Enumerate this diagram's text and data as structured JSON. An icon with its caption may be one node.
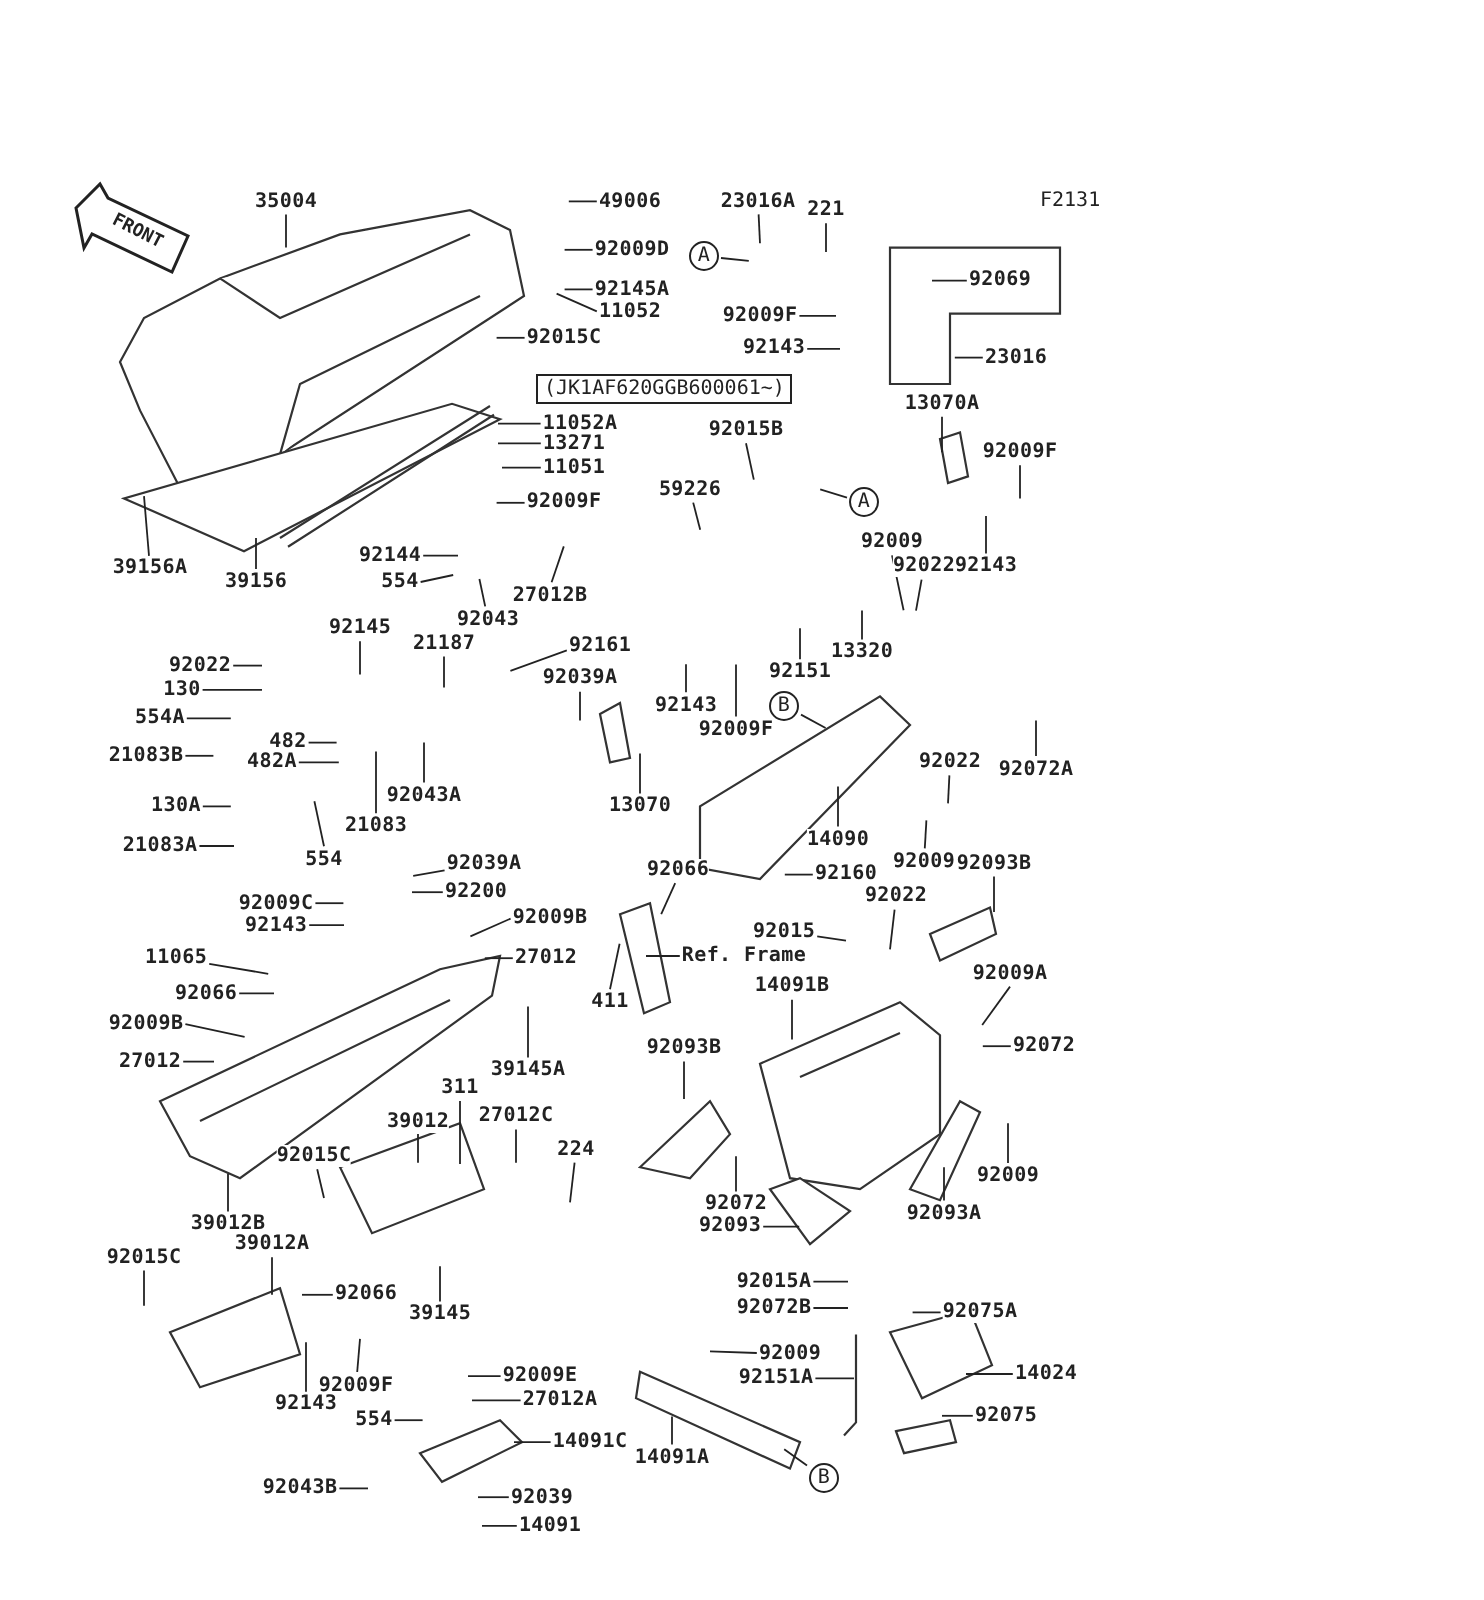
{
  "diagram": {
    "nodes": [
      {
        "text": [
          "35004"
        ]
      },
      {
        "text": [
          "49006"
        ]
      },
      {
        "text": [
          "92009D"
        ]
      },
      {
        "text": [
          "92145A"
        ]
      },
      {
        "text": [
          "11052"
        ]
      },
      {
        "text": [
          "A"
        ]
      },
      {
        "text": [
          "23016A"
        ]
      },
      {
        "text": [
          "221"
        ]
      },
      {
        "text": [
          "92069"
        ]
      },
      {
        "text": [
          "92009F"
        ]
      },
      {
        "text": [
          "23016"
        ]
      },
      {
        "text": [
          "92143"
        ]
      },
      {
        "text": [
          "92015C"
        ]
      },
      {
        "text": [
          "11052A"
        ]
      },
      {
        "text": [
          "92015B"
        ]
      },
      {
        "text": [
          "13070A"
        ]
      },
      {
        "text": [
          "13271"
        ]
      },
      {
        "text": [
          "92009F"
        ]
      },
      {
        "text": [
          "11051"
        ]
      },
      {
        "text": [
          "59226"
        ]
      },
      {
        "text": [
          "A"
        ]
      },
      {
        "text": [
          "92009F"
        ]
      },
      {
        "text": [
          "92009"
        ]
      },
      {
        "text": [
          "92022"
        ]
      },
      {
        "text": [
          "92143"
        ]
      },
      {
        "text": [
          "92144"
        ]
      },
      {
        "text": [
          "39156A"
        ]
      },
      {
        "text": [
          "39156"
        ]
      },
      {
        "text": [
          "554"
        ]
      },
      {
        "text": [
          "27012B"
        ]
      },
      {
        "text": [
          "92043"
        ]
      },
      {
        "text": [
          "92145"
        ]
      },
      {
        "text": [
          "21187"
        ]
      },
      {
        "text": [
          "92161"
        ]
      },
      {
        "text": [
          "92039A"
        ]
      },
      {
        "text": [
          "92022"
        ]
      },
      {
        "text": [
          "130"
        ]
      },
      {
        "text": [
          "13320"
        ]
      },
      {
        "text": [
          "92151"
        ]
      },
      {
        "text": [
          "554A"
        ]
      },
      {
        "text": [
          "92143"
        ]
      },
      {
        "text": [
          "B"
        ]
      },
      {
        "text": [
          "92009F"
        ]
      },
      {
        "text": [
          "482"
        ]
      },
      {
        "text": [
          "21083B"
        ]
      },
      {
        "text": [
          "482A"
        ]
      },
      {
        "text": [
          "92022"
        ]
      },
      {
        "text": [
          "92072A"
        ]
      },
      {
        "text": [
          "92043A"
        ]
      },
      {
        "text": [
          "130A"
        ]
      },
      {
        "text": [
          "13070"
        ]
      },
      {
        "text": [
          "21083"
        ]
      },
      {
        "text": [
          "92009"
        ]
      },
      {
        "text": [
          "14090"
        ]
      },
      {
        "text": [
          "21083A"
        ]
      },
      {
        "text": [
          "554"
        ]
      },
      {
        "text": [
          "92039A"
        ]
      },
      {
        "text": [
          "92160"
        ]
      },
      {
        "text": [
          "92066"
        ]
      },
      {
        "text": [
          "92093B"
        ]
      },
      {
        "text": [
          "92200"
        ]
      },
      {
        "text": [
          "92022"
        ]
      },
      {
        "text": [
          "92009C"
        ]
      },
      {
        "text": [
          "92009B"
        ]
      },
      {
        "text": [
          "92143"
        ]
      },
      {
        "text": [
          "92015"
        ]
      },
      {
        "text": [
          "Ref. Frame"
        ]
      },
      {
        "text": [
          "27012"
        ]
      },
      {
        "text": [
          "11065"
        ]
      },
      {
        "text": [
          "14091B"
        ]
      },
      {
        "text": [
          "92009A"
        ]
      },
      {
        "text": [
          "92066"
        ]
      },
      {
        "text": [
          "411"
        ]
      },
      {
        "text": [
          "92009B"
        ]
      },
      {
        "text": [
          "92072"
        ]
      },
      {
        "text": [
          "92093B"
        ]
      },
      {
        "text": [
          "27012"
        ]
      },
      {
        "text": [
          "39145A"
        ]
      },
      {
        "text": [
          "311"
        ]
      },
      {
        "text": [
          "39012"
        ]
      },
      {
        "text": [
          "27012C"
        ]
      },
      {
        "text": [
          "224"
        ]
      },
      {
        "text": [
          "92015C"
        ]
      },
      {
        "text": [
          "92009"
        ]
      },
      {
        "text": [
          "92072"
        ]
      },
      {
        "text": [
          "92093A"
        ]
      },
      {
        "text": [
          "39012B"
        ]
      },
      {
        "text": [
          "92093"
        ]
      },
      {
        "text": [
          "39012A"
        ]
      },
      {
        "text": [
          "92015C"
        ]
      },
      {
        "text": [
          "92015A"
        ]
      },
      {
        "text": [
          "92066"
        ]
      },
      {
        "text": [
          "92072B"
        ]
      },
      {
        "text": [
          "92075A"
        ]
      },
      {
        "text": [
          "39145"
        ]
      },
      {
        "text": [
          "92009"
        ]
      },
      {
        "text": [
          "14024"
        ]
      },
      {
        "text": [
          "92151A"
        ]
      },
      {
        "text": [
          "92009E"
        ]
      },
      {
        "text": [
          "92009F"
        ]
      },
      {
        "text": [
          "27012A"
        ]
      },
      {
        "text": [
          "92143"
        ]
      },
      {
        "text": [
          "92075"
        ]
      },
      {
        "text": [
          "554"
        ]
      },
      {
        "text": [
          "14091C"
        ]
      },
      {
        "text": [
          "14091A"
        ]
      },
      {
        "text": [
          "B"
        ]
      },
      {
        "text": [
          "92043B"
        ]
      },
      {
        "text": [
          "92039"
        ]
      },
      {
        "text": [
          "14091"
        ]
      }
    ],
    "edges": [
      {
        "from": 0,
        "to": null,
        "arrow": "none"
      },
      {
        "from": 1,
        "to": null,
        "arrow": "none"
      },
      {
        "from": 2,
        "to": null,
        "arrow": "none"
      },
      {
        "from": 3,
        "to": null,
        "arrow": "none"
      },
      {
        "from": 4,
        "to": null,
        "arrow": "none"
      },
      {
        "from": 5,
        "to": null,
        "arrow": "none"
      },
      {
        "from": 6,
        "to": null,
        "arrow": "none"
      },
      {
        "from": 7,
        "to": null,
        "arrow": "none"
      },
      {
        "from": 8,
        "to": null,
        "arrow": "none"
      },
      {
        "from": 9,
        "to": null,
        "arrow": "none"
      },
      {
        "from": 10,
        "to": null,
        "arrow": "none"
      },
      {
        "from": 11,
        "to": null,
        "arrow": "none"
      },
      {
        "from": 12,
        "to": null,
        "arrow": "none"
      },
      {
        "from": 13,
        "to": null,
        "arrow": "none"
      },
      {
        "from": 14,
        "to": null,
        "arrow": "none"
      },
      {
        "from": 15,
        "to": null,
        "arrow": "none"
      },
      {
        "from": 16,
        "to": null,
        "arrow": "none"
      },
      {
        "from": 17,
        "to": null,
        "arrow": "none"
      },
      {
        "from": 18,
        "to": null,
        "arrow": "none"
      },
      {
        "from": 19,
        "to": null,
        "arrow": "none"
      },
      {
        "from": 20,
        "to": null,
        "arrow": "none"
      },
      {
        "from": 21,
        "to": null,
        "arrow": "none"
      },
      {
        "from": 22,
        "to": null,
        "arrow": "none"
      },
      {
        "from": 23,
        "to": null,
        "arrow": "none"
      },
      {
        "from": 24,
        "to": null,
        "arrow": "none"
      },
      {
        "from": 25,
        "to": null,
        "arrow": "none"
      },
      {
        "from": 26,
        "to": null,
        "arrow": "none"
      },
      {
        "from": 27,
        "to": null,
        "arrow": "none"
      },
      {
        "from": 28,
        "to": null,
        "arrow": "none"
      },
      {
        "from": 29,
        "to": null,
        "arrow": "none"
      },
      {
        "from": 30,
        "to": null,
        "arrow": "none"
      },
      {
        "from": 31,
        "to": null,
        "arrow": "none"
      },
      {
        "from": 32,
        "to": null,
        "arrow": "none"
      },
      {
        "from": 33,
        "to": null,
        "arrow": "none"
      },
      {
        "from": 34,
        "to": null,
        "arrow": "none"
      },
      {
        "from": 35,
        "to": null,
        "arrow": "none"
      },
      {
        "from": 36,
        "to": null,
        "arrow": "none"
      },
      {
        "from": 37,
        "to": null,
        "arrow": "none"
      },
      {
        "from": 38,
        "to": null,
        "arrow": "none"
      },
      {
        "from": 39,
        "to": null,
        "arrow": "none"
      },
      {
        "from": 40,
        "to": null,
        "arrow": "none"
      },
      {
        "from": 41,
        "to": null,
        "arrow": "none"
      },
      {
        "from": 42,
        "to": null,
        "arrow": "none"
      },
      {
        "from": 43,
        "to": null,
        "arrow": "none"
      },
      {
        "from": 44,
        "to": null,
        "arrow": "none"
      },
      {
        "from": 45,
        "to": null,
        "arrow": "none"
      },
      {
        "from": 46,
        "to": null,
        "arrow": "none"
      },
      {
        "from": 47,
        "to": null,
        "arrow": "none"
      },
      {
        "from": 48,
        "to": null,
        "arrow": "none"
      },
      {
        "from": 49,
        "to": null,
        "arrow": "none"
      },
      {
        "from": 50,
        "to": null,
        "arrow": "none"
      },
      {
        "from": 51,
        "to": null,
        "arrow": "none"
      },
      {
        "from": 52,
        "to": null,
        "arrow": "none"
      },
      {
        "from": 53,
        "to": null,
        "arrow": "none"
      },
      {
        "from": 54,
        "to": null,
        "arrow": "none"
      },
      {
        "from": 55,
        "to": null,
        "arrow": "none"
      },
      {
        "from": 56,
        "to": null,
        "arrow": "none"
      },
      {
        "from": 57,
        "to": null,
        "arrow": "none"
      },
      {
        "from": 58,
        "to": null,
        "arrow": "none"
      },
      {
        "from": 59,
        "to": null,
        "arrow": "none"
      },
      {
        "from": 60,
        "to": null,
        "arrow": "none"
      },
      {
        "from": 61,
        "to": null,
        "arrow": "none"
      },
      {
        "from": 62,
        "to": null,
        "arrow": "none"
      },
      {
        "from": 63,
        "to": null,
        "arrow": "none"
      },
      {
        "from": 64,
        "to": null,
        "arrow": "none"
      },
      {
        "from": 65,
        "to": null,
        "arrow": "none"
      },
      {
        "from": 66,
        "to": null,
        "arrow": "none"
      },
      {
        "from": 67,
        "to": null,
        "arrow": "none"
      },
      {
        "from": 68,
        "to": null,
        "arrow": "none"
      },
      {
        "from": 69,
        "to": null,
        "arrow": "none"
      },
      {
        "from": 70,
        "to": null,
        "arrow": "none"
      },
      {
        "from": 71,
        "to": null,
        "arrow": "none"
      },
      {
        "from": 72,
        "to": null,
        "arrow": "none"
      },
      {
        "from": 73,
        "to": null,
        "arrow": "none"
      },
      {
        "from": 74,
        "to": null,
        "arrow": "none"
      },
      {
        "from": 75,
        "to": null,
        "arrow": "none"
      },
      {
        "from": 76,
        "to": null,
        "arrow": "none"
      },
      {
        "from": 77,
        "to": null,
        "arrow": "none"
      },
      {
        "from": 78,
        "to": null,
        "arrow": "none"
      },
      {
        "from": 79,
        "to": null,
        "arrow": "none"
      },
      {
        "from": 80,
        "to": null,
        "arrow": "none"
      },
      {
        "from": 81,
        "to": null,
        "arrow": "none"
      },
      {
        "from": 82,
        "to": null,
        "arrow": "none"
      },
      {
        "from": 83,
        "to": null,
        "arrow": "none"
      },
      {
        "from": 84,
        "to": null,
        "arrow": "none"
      },
      {
        "from": 85,
        "to": null,
        "arrow": "none"
      },
      {
        "from": 86,
        "to": null,
        "arrow": "none"
      },
      {
        "from": 87,
        "to": null,
        "arrow": "none"
      },
      {
        "from": 88,
        "to": null,
        "arrow": "none"
      },
      {
        "from": 89,
        "to": null,
        "arrow": "none"
      },
      {
        "from": 90,
        "to": null,
        "arrow": "none"
      },
      {
        "from": 91,
        "to": null,
        "arrow": "none"
      },
      {
        "from": 92,
        "to": null,
        "arrow": "none"
      },
      {
        "from": 93,
        "to": null,
        "arrow": "none"
      },
      {
        "from": 94,
        "to": null,
        "arrow": "none"
      },
      {
        "from": 95,
        "to": null,
        "arrow": "none"
      },
      {
        "from": 96,
        "to": null,
        "arrow": "none"
      },
      {
        "from": 97,
        "to": null,
        "arrow": "none"
      },
      {
        "from": 98,
        "to": null,
        "arrow": "none"
      },
      {
        "from": 99,
        "to": null,
        "arrow": "none"
      },
      {
        "from": 100,
        "to": null,
        "arrow": "none"
      },
      {
        "from": 101,
        "to": null,
        "arrow": "none"
      },
      {
        "from": 102,
        "to": null,
        "arrow": "none"
      },
      {
        "from": 103,
        "to": null,
        "arrow": "none"
      },
      {
        "from": 104,
        "to": null,
        "arrow": "none"
      },
      {
        "from": 105,
        "to": null,
        "arrow": "none"
      },
      {
        "from": 106,
        "to": null,
        "arrow": "none"
      },
      {
        "from": 107,
        "to": null,
        "arrow": "none"
      },
      {
        "from": 108,
        "to": null,
        "arrow": "none"
      },
      {
        "from": 109,
        "to": null,
        "arrow": "none"
      }
    ],
    "labels": [
      "F2131",
      "FRONT",
      "(JK1AF620GGB600061~)"
    ]
  }
}
